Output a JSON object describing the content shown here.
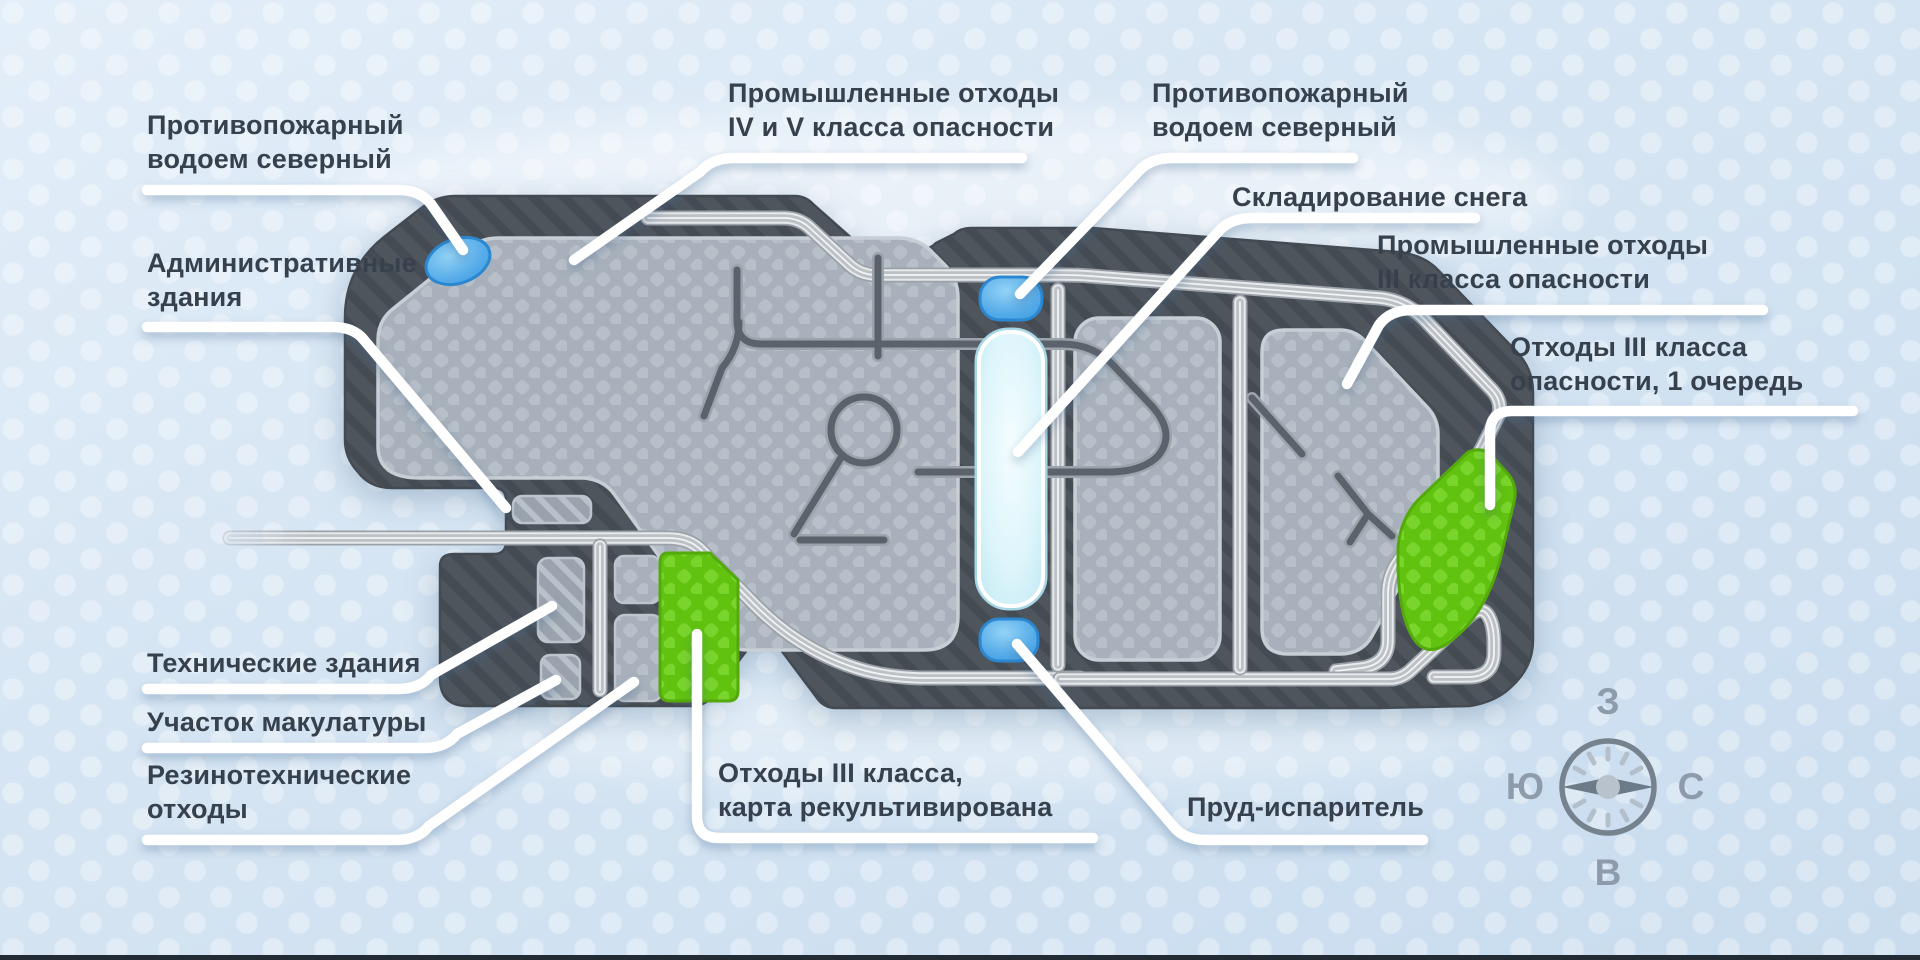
{
  "palette": {
    "map_dark": "#4e555d",
    "map_hatch": "#454b53",
    "cell_gray": "#a8b1bb",
    "cell_dot": "#b7bfc8",
    "road_light": "#e7e9eb",
    "green_area": "#61c20f",
    "pond_blue": "#4aa7e9",
    "snow_cyan": "#d9f3fa",
    "leader_white": "#ffffff",
    "label_text": "#37414e",
    "compass_gray": "#8d9bab"
  },
  "labels": {
    "fire_pond_nw": {
      "text": "Противопожарный\nводоем северный"
    },
    "admin_buildings": {
      "text": "Административные\nздания"
    },
    "industrial_waste_4_5": {
      "text": "Промышленные отходы\nIV и V класса опасности"
    },
    "fire_pond_north": {
      "text": "Противопожарный\nводоем северный"
    },
    "snow_storage": {
      "text": "Складирование снега"
    },
    "industrial_waste_3": {
      "text": "Промышленные отходы\nIII класса опасности"
    },
    "waste_3_stage1": {
      "text": "Отходы III класса\nопасности, 1 очередь"
    },
    "technical_buildings": {
      "text": "Технические здания"
    },
    "paper_recycling": {
      "text": "Участок макулатуры"
    },
    "rubber_waste": {
      "text": "Резинотехнические\nотходы"
    },
    "waste_3_recultivated": {
      "text": "Отходы III класса,\nкарта рекультивирована"
    },
    "evaporation_pond": {
      "text": "Пруд-испаритель"
    }
  },
  "compass": {
    "top": "З",
    "right": "С",
    "bottom": "В",
    "left": "Ю"
  }
}
